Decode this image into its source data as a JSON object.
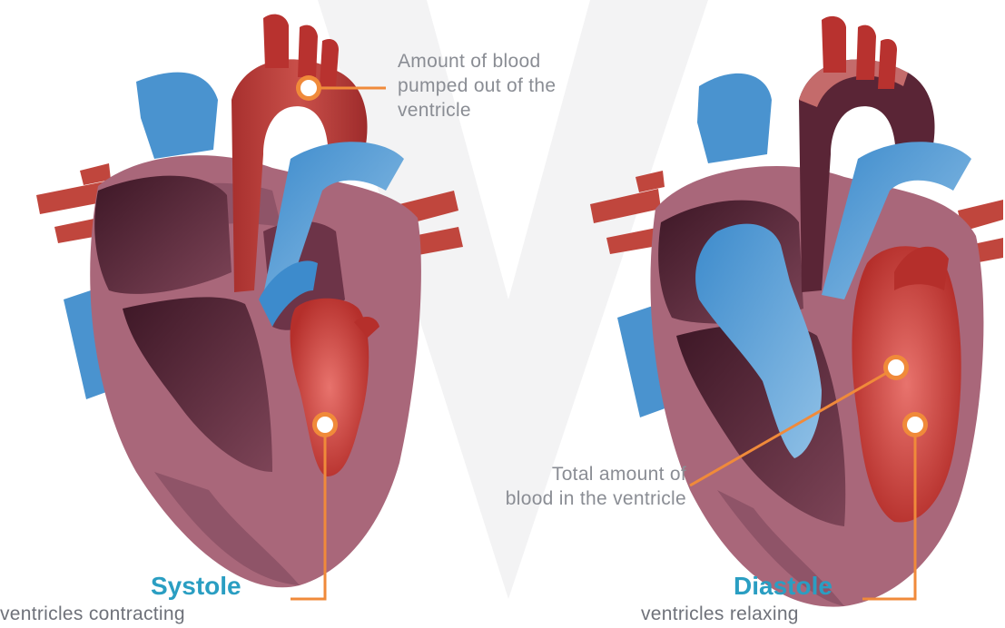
{
  "colors": {
    "accent_teal": "#2a9ec2",
    "callout_orange": "#f08a3a",
    "muscle": "#a9677a",
    "chamber": "#4a1f2e",
    "blood_red": "#c0392b",
    "vessel_blue": "#4a93cf"
  },
  "left": {
    "phase_title": "Systole",
    "phase_subtitle": "ventricles contracting"
  },
  "right": {
    "phase_title": "Diastole",
    "phase_subtitle": "ventricles relaxing"
  },
  "callouts": {
    "stroke_volume": [
      "Amount of blood",
      "pumped out of the",
      "ventricle"
    ],
    "end_diastolic_volume": [
      "Total amount of",
      "blood in the ventricle"
    ]
  }
}
